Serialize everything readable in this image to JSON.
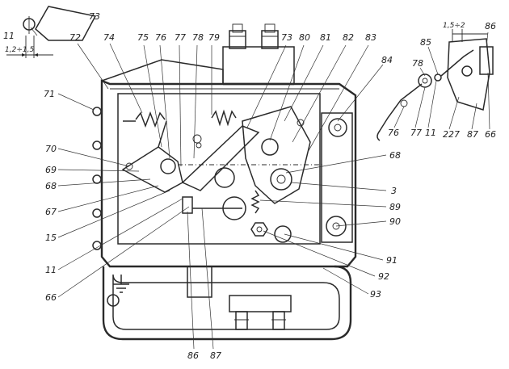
{
  "labels": [
    {
      "id": "73",
      "text": "73"
    },
    {
      "id": "11a",
      "text": "11"
    },
    {
      "id": "dim1",
      "text": "1,2÷1,5"
    },
    {
      "id": "72",
      "text": "72"
    },
    {
      "id": "74",
      "text": "74"
    },
    {
      "id": "75",
      "text": "75"
    },
    {
      "id": "76a",
      "text": "76"
    },
    {
      "id": "77a",
      "text": "77"
    },
    {
      "id": "78a",
      "text": "78"
    },
    {
      "id": "79",
      "text": "79"
    },
    {
      "id": "73b",
      "text": "73"
    },
    {
      "id": "80",
      "text": "80"
    },
    {
      "id": "81",
      "text": "81"
    },
    {
      "id": "82",
      "text": "82"
    },
    {
      "id": "83",
      "text": "83"
    },
    {
      "id": "84",
      "text": "84"
    },
    {
      "id": "71",
      "text": "71"
    },
    {
      "id": "70",
      "text": "70"
    },
    {
      "id": "69",
      "text": "69"
    },
    {
      "id": "68a",
      "text": "68"
    },
    {
      "id": "67",
      "text": "67"
    },
    {
      "id": "15",
      "text": "15"
    },
    {
      "id": "11b",
      "text": "11"
    },
    {
      "id": "66a",
      "text": "66"
    },
    {
      "id": "86a",
      "text": "86"
    },
    {
      "id": "87a",
      "text": "87"
    },
    {
      "id": "68b",
      "text": "68"
    },
    {
      "id": "3",
      "text": "3"
    },
    {
      "id": "89",
      "text": "89"
    },
    {
      "id": "90",
      "text": "90"
    },
    {
      "id": "91",
      "text": "91"
    },
    {
      "id": "92",
      "text": "92"
    },
    {
      "id": "93",
      "text": "93"
    },
    {
      "id": "dim2",
      "text": "1,5÷2"
    },
    {
      "id": "86b",
      "text": "86"
    },
    {
      "id": "85",
      "text": "85"
    },
    {
      "id": "78b",
      "text": "78"
    },
    {
      "id": "76b",
      "text": "76"
    },
    {
      "id": "77b",
      "text": "77"
    },
    {
      "id": "11c",
      "text": "11"
    },
    {
      "id": "227",
      "text": "227"
    },
    {
      "id": "87b",
      "text": "87"
    },
    {
      "id": "66b",
      "text": "66"
    }
  ]
}
